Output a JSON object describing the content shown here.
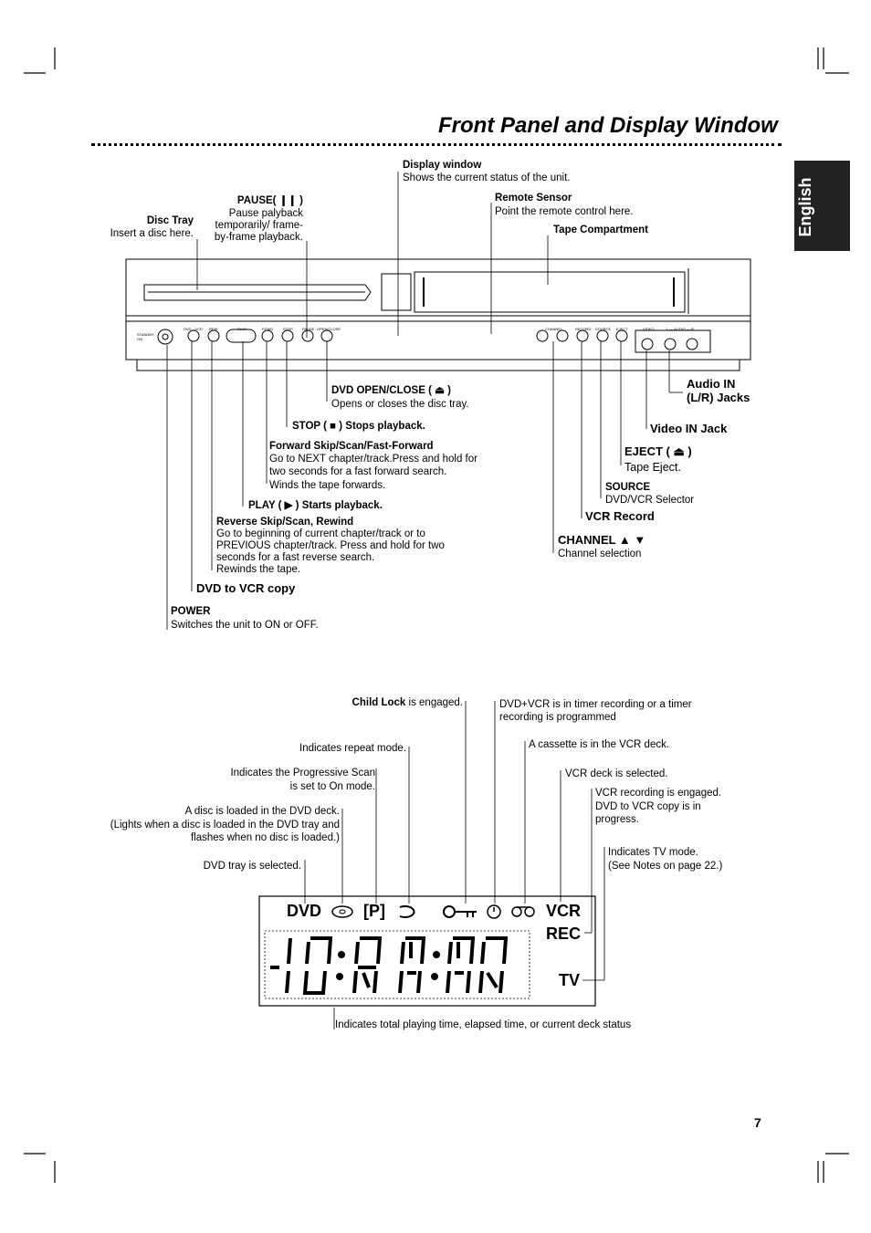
{
  "page": {
    "title": "Front Panel and Display Window",
    "tab_label": "English",
    "page_number": "7"
  },
  "front_panel": {
    "display_window_title": "Display window",
    "display_window_desc": "Shows the current status of the unit.",
    "remote_sensor_title": "Remote Sensor",
    "remote_sensor_desc": "Point the remote control here.",
    "tape_compartment": "Tape Compartment",
    "pause_title": "PAUSE( ❙❙ )",
    "pause_desc1": "Pause palyback",
    "pause_desc2": "temporarily/ frame-",
    "pause_desc3": "by-frame playback.",
    "disc_tray_title": "Disc Tray",
    "disc_tray_desc": "Insert a disc here.",
    "open_close_title": "DVD OPEN/CLOSE ( ⏏ )",
    "open_close_desc": "Opens or closes the disc tray.",
    "stop_label": "STOP ( ■ ) Stops playback.",
    "ffwd_title": "Forward Skip/Scan/Fast-Forward",
    "ffwd_desc1": "Go to NEXT chapter/track.Press and hold for",
    "ffwd_desc2": "two seconds for a fast forward search.",
    "ffwd_desc3": "Winds the tape forwards.",
    "play_label": "PLAY ( ▶ ) Starts playback.",
    "rew_title": "Reverse Skip/Scan, Rewind",
    "rew_desc1": "Go to beginning of current chapter/track or to",
    "rew_desc2": "PREVIOUS chapter/track. Press and hold for two",
    "rew_desc3": "seconds for a fast reverse search.",
    "rew_desc4": "Rewinds the tape.",
    "dvd_vcr_copy": "DVD to VCR copy",
    "power_title": "POWER",
    "power_desc": "Switches the unit to ON or OFF.",
    "audio_in_1": "Audio IN",
    "audio_in_2": "(L/R) Jacks",
    "video_in": "Video IN Jack",
    "eject_title": "EJECT ( ⏏ )",
    "eject_desc": "Tape Eject.",
    "source_title": "SOURCE",
    "source_desc": "DVD/VCR Selector",
    "vcr_record": "VCR Record",
    "channel_title": "CHANNEL ▲ ▼",
    "channel_desc": "Channel selection",
    "panel_small": {
      "standby": "STANDBY ON",
      "dvd_vcr": "DVD→VCR",
      "rew": "REW",
      "play": "PLAY",
      "ffwd": "F.FWD",
      "stop": "STOP",
      "pause": "PAUSE",
      "open_close": "OPEN/CLOSE",
      "channel": "CHANNEL",
      "record": "RECORD",
      "source": "SOURCE",
      "eject": "EJECT",
      "video": "VIDEO",
      "audio": "L — AUDIO — R"
    }
  },
  "display": {
    "child_lock_title": "Child Lock",
    "child_lock_desc": " is engaged.",
    "timer_1": "DVD+VCR is in timer recording or a timer",
    "timer_2": "recording is programmed",
    "repeat": "Indicates repeat mode.",
    "cassette": "A cassette is in the VCR deck.",
    "progressive_1": "Indicates the Progressive Scan",
    "progressive_2": "is set to On mode.",
    "vcr_deck": "VCR deck is selected.",
    "vcr_rec_1": "VCR recording is engaged.",
    "vcr_rec_2": "DVD to VCR copy is in",
    "vcr_rec_3": "progress.",
    "disc_loaded_1": "A disc is loaded in the DVD deck.",
    "disc_loaded_2": "(Lights when a disc is loaded in the DVD tray and",
    "disc_loaded_3": "flashes when no disc is loaded.)",
    "tv_mode_1": "Indicates TV mode.",
    "tv_mode_2": "(See Notes on page 22.)",
    "dvd_tray": "DVD tray is selected.",
    "time_desc": "Indicates total playing time, elapsed time, or current deck status",
    "seg_dvd": "DVD",
    "seg_p": "[P]",
    "seg_vcr": "VCR",
    "seg_rec": "REC",
    "seg_tv": "TV"
  }
}
